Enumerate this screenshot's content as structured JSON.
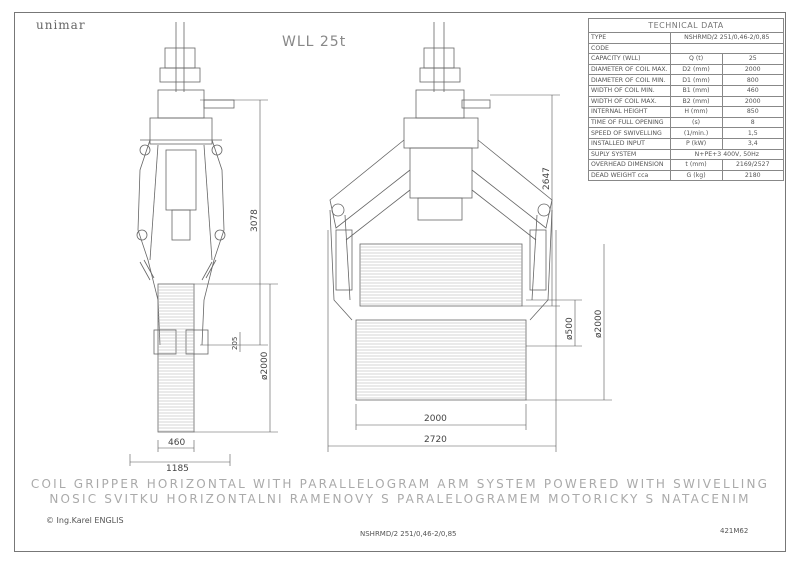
{
  "logo": "unimar",
  "wll": "WLL 25t",
  "tech": {
    "title": "TECHNICAL DATA",
    "rows": [
      {
        "label": "TYPE",
        "span": "NSHRMD/2 251/0,46-2/0,85"
      },
      {
        "label": "CODE",
        "span": ""
      },
      {
        "label": "CAPACITY (WLL)",
        "unit": "Q (t)",
        "value": "25"
      },
      {
        "label": "DIAMETER OF COIL MAX.",
        "unit": "D2 (mm)",
        "value": "2000"
      },
      {
        "label": "DIAMETER OF COIL MIN.",
        "unit": "D1 (mm)",
        "value": "800"
      },
      {
        "label": "WIDTH OF COIL MIN.",
        "unit": "B1 (mm)",
        "value": "460"
      },
      {
        "label": "WIDTH OF COIL MAX.",
        "unit": "B2 (mm)",
        "value": "2000"
      },
      {
        "label": "INTERNAL HEIGHT",
        "unit": "H (mm)",
        "value": "850"
      },
      {
        "label": "TIME OF FULL OPENING",
        "unit": "(s)",
        "value": "8"
      },
      {
        "label": "SPEED OF SWIVELLING",
        "unit": "(1/min.)",
        "value": "1,5"
      },
      {
        "label": "INSTALLED INPUT",
        "unit": "P (kW)",
        "value": "3,4"
      },
      {
        "label": "SUPLY SYSTEM",
        "span": "N+PE+3 400V, 50Hz"
      },
      {
        "label": "OVERHEAD DIMENSION",
        "unit": "t (mm)",
        "value": "2169/2527"
      },
      {
        "label": "DEAD WEIGHT cca",
        "unit": "G (kg)",
        "value": "2180"
      }
    ]
  },
  "dims": {
    "d3078": "3078",
    "d2647": "2647",
    "d205": "205",
    "dia2000_left": "ø2000",
    "dia500": "ø500",
    "dia2000_right": "ø2000",
    "d460": "460",
    "d1185": "1185",
    "d2000": "2000",
    "d2720": "2720"
  },
  "caption_en": "COIL GRIPPER HORIZONTAL WITH PARALLELOGRAM ARM SYSTEM POWERED WITH SWIVELLING",
  "caption_cz": "NOSIC SVITKU HORIZONTALNI RAMENOVY S PARALELOGRAMEM MOTORICKY S NATACENIM",
  "author": "© Ing.Karel ENGLIS",
  "drawing_code": "NSHRMD/2 251/0,46-2/0,85",
  "sheet_no": "421M62"
}
